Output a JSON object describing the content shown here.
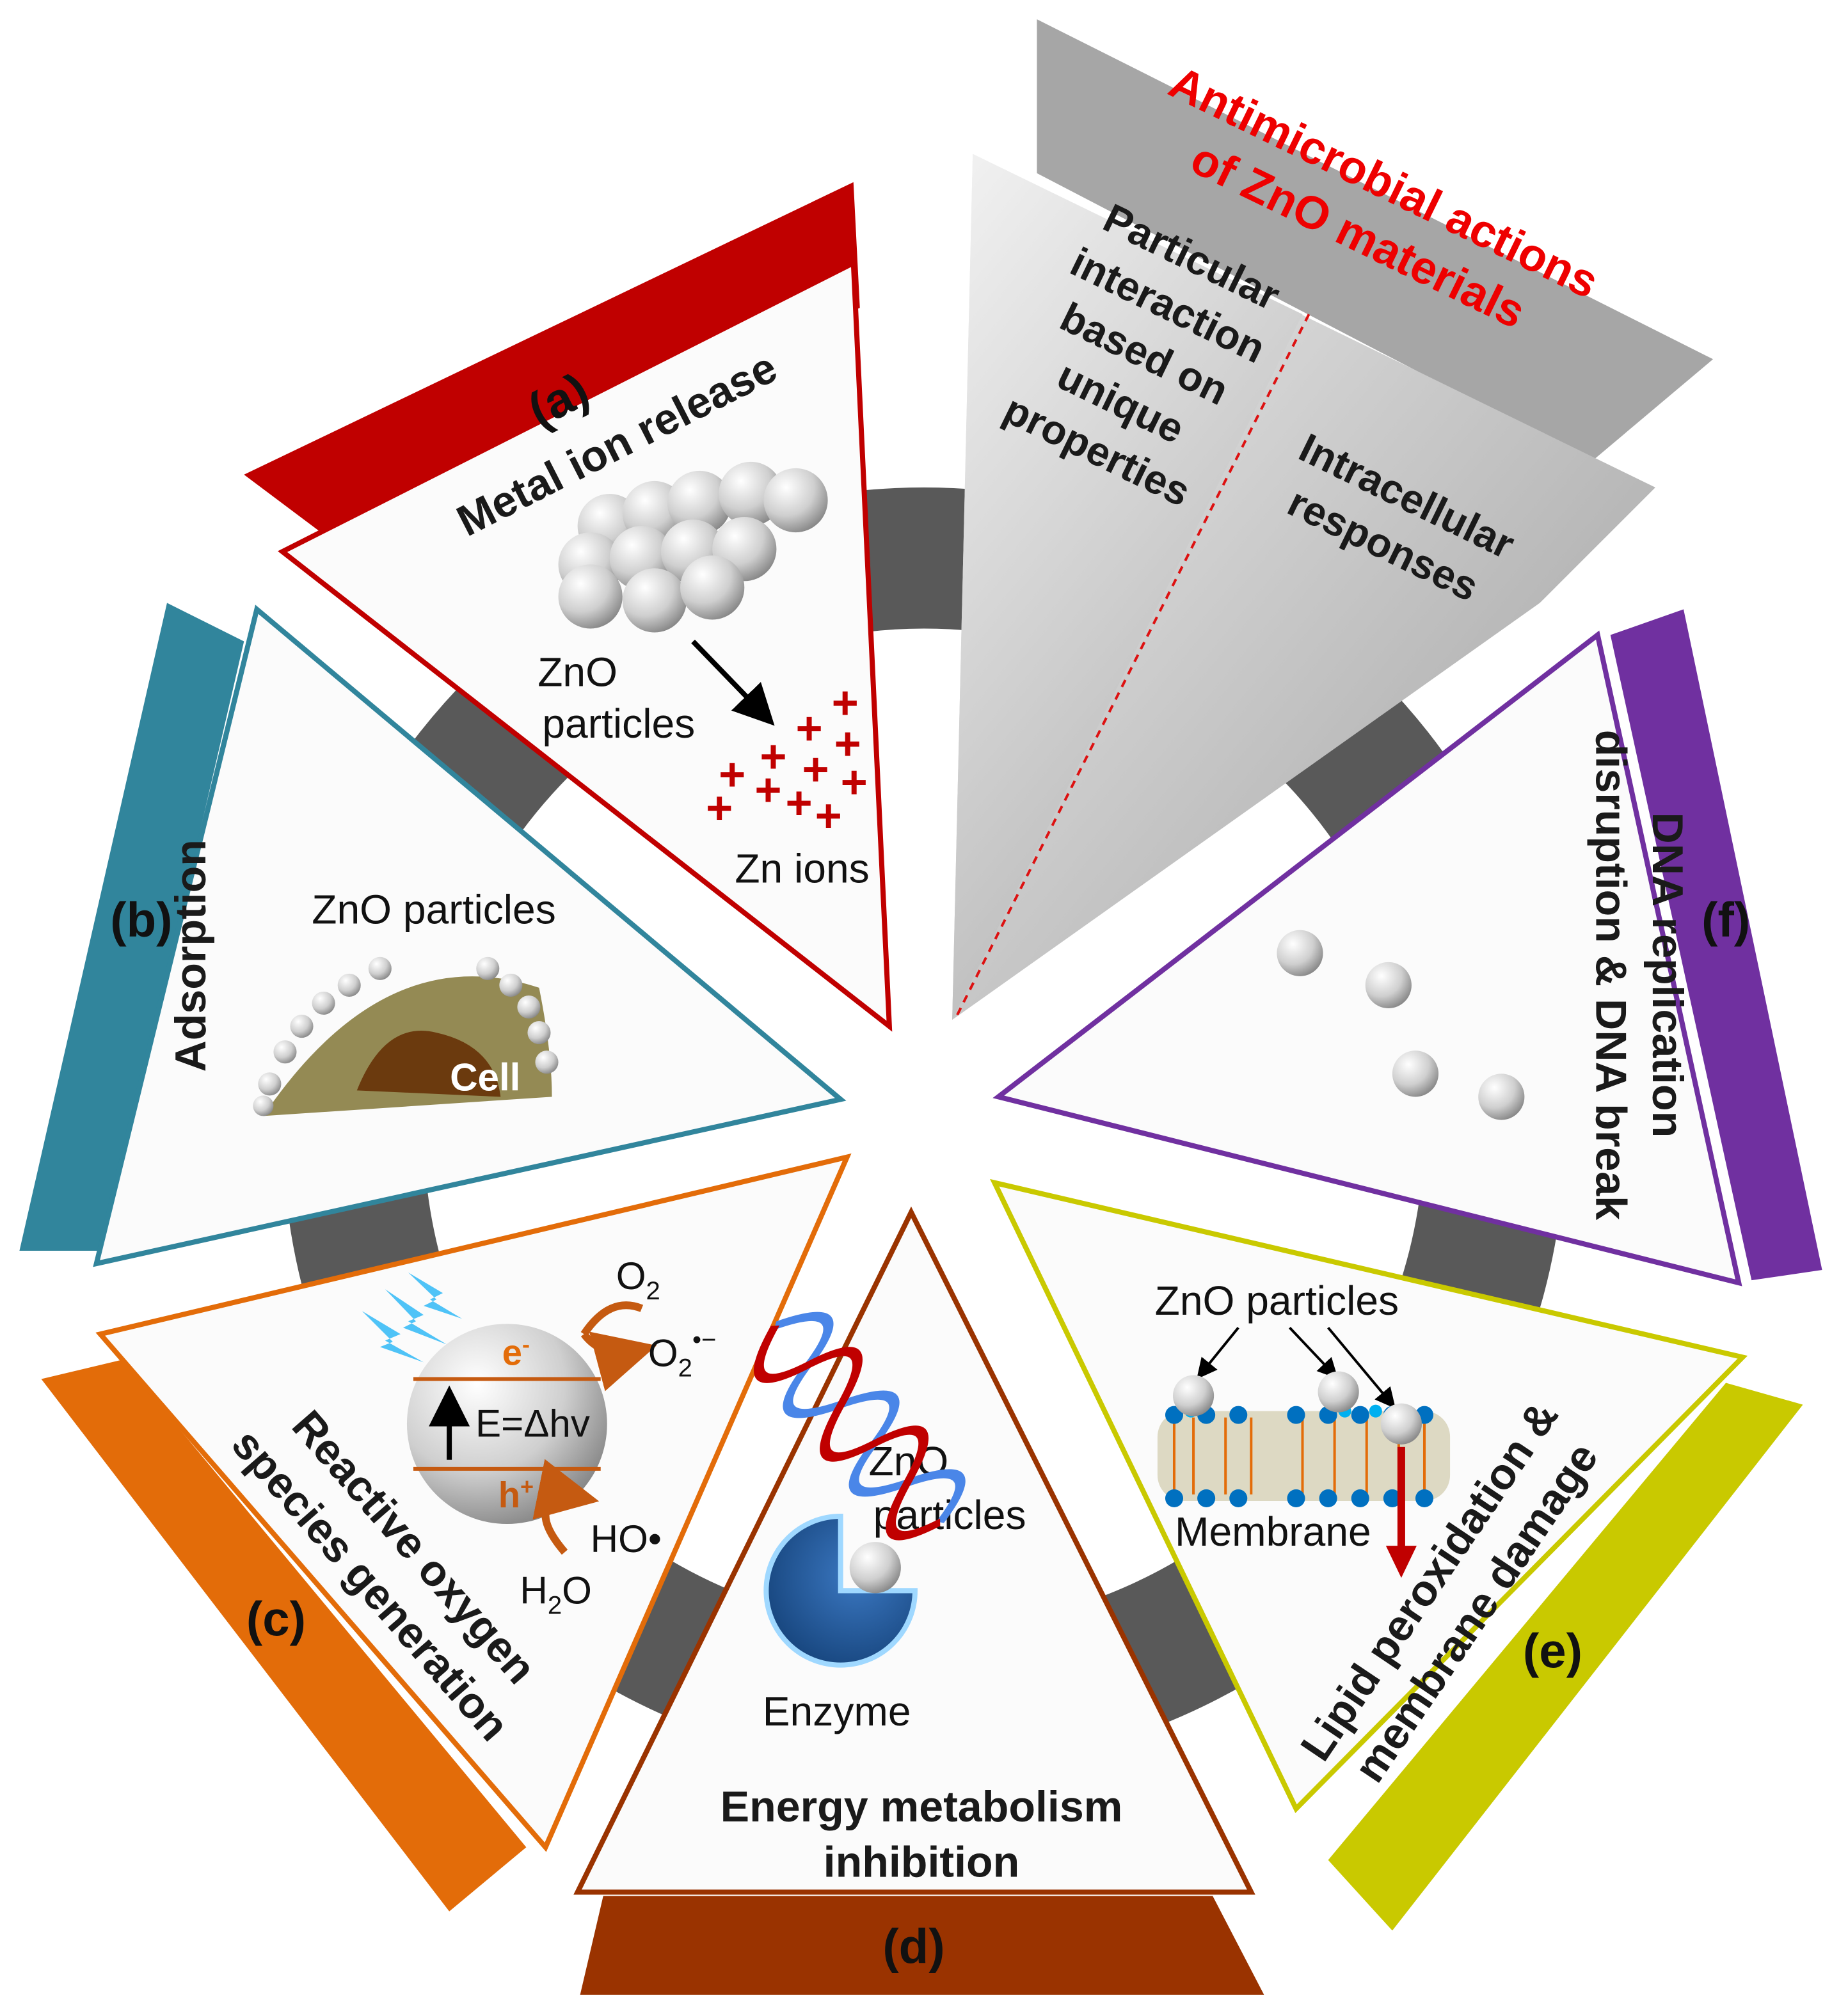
{
  "header": {
    "title_line1": "Antimicrobial  actions",
    "title_line2": "of ZnO materials"
  },
  "overview": {
    "left_lines": [
      "Particular",
      "interaction",
      "based on",
      "unique",
      "properties"
    ],
    "right_lines": [
      "Intracellular",
      "responses"
    ]
  },
  "panels": {
    "a": {
      "letter": "(a)",
      "title": "Metal ion release",
      "particles_line1": "ZnO",
      "particles_line2": "particles",
      "ions": "Zn ions",
      "color": "#c00000"
    },
    "b": {
      "letter": "(b)",
      "title": "Adsorption",
      "particles": "ZnO particles",
      "cell": "Cell",
      "color": "#31859c"
    },
    "c": {
      "letter": "(c)",
      "title_line1": "Reactive oxygen",
      "title_line2": "species generation",
      "electron": "e",
      "electron_sup": "-",
      "hole": "h",
      "hole_sup": "+",
      "energy": "E=Δhv",
      "o2": "O",
      "o2_sub": "2",
      "superoxide": "O",
      "superoxide_sub": "2",
      "superoxide_sup": "•−",
      "hydroxyl": "HO•",
      "water": "H",
      "water_sub": "2",
      "water_o": "O",
      "color": "#e36c09"
    },
    "d": {
      "letter": "(d)",
      "title_line1": "Energy metabolism",
      "title_line2": "inhibition",
      "particles_line1": "ZnO",
      "particles_line2": "particles",
      "enzyme": "Enzyme",
      "color": "#9a3300"
    },
    "e": {
      "letter": "(e)",
      "title_line1": "Lipid peroxidation &",
      "title_line2": "membrane damage",
      "particles": "ZnO particles",
      "membrane": "Membrane",
      "color": "#c9c900"
    },
    "f": {
      "letter": "(f)",
      "title_line1": "DNA replication",
      "title_line2": "disruption & DNA break",
      "color": "#7030a0"
    }
  },
  "colors": {
    "hub": "#595959",
    "overview_dark": "#a6a6a6"
  }
}
